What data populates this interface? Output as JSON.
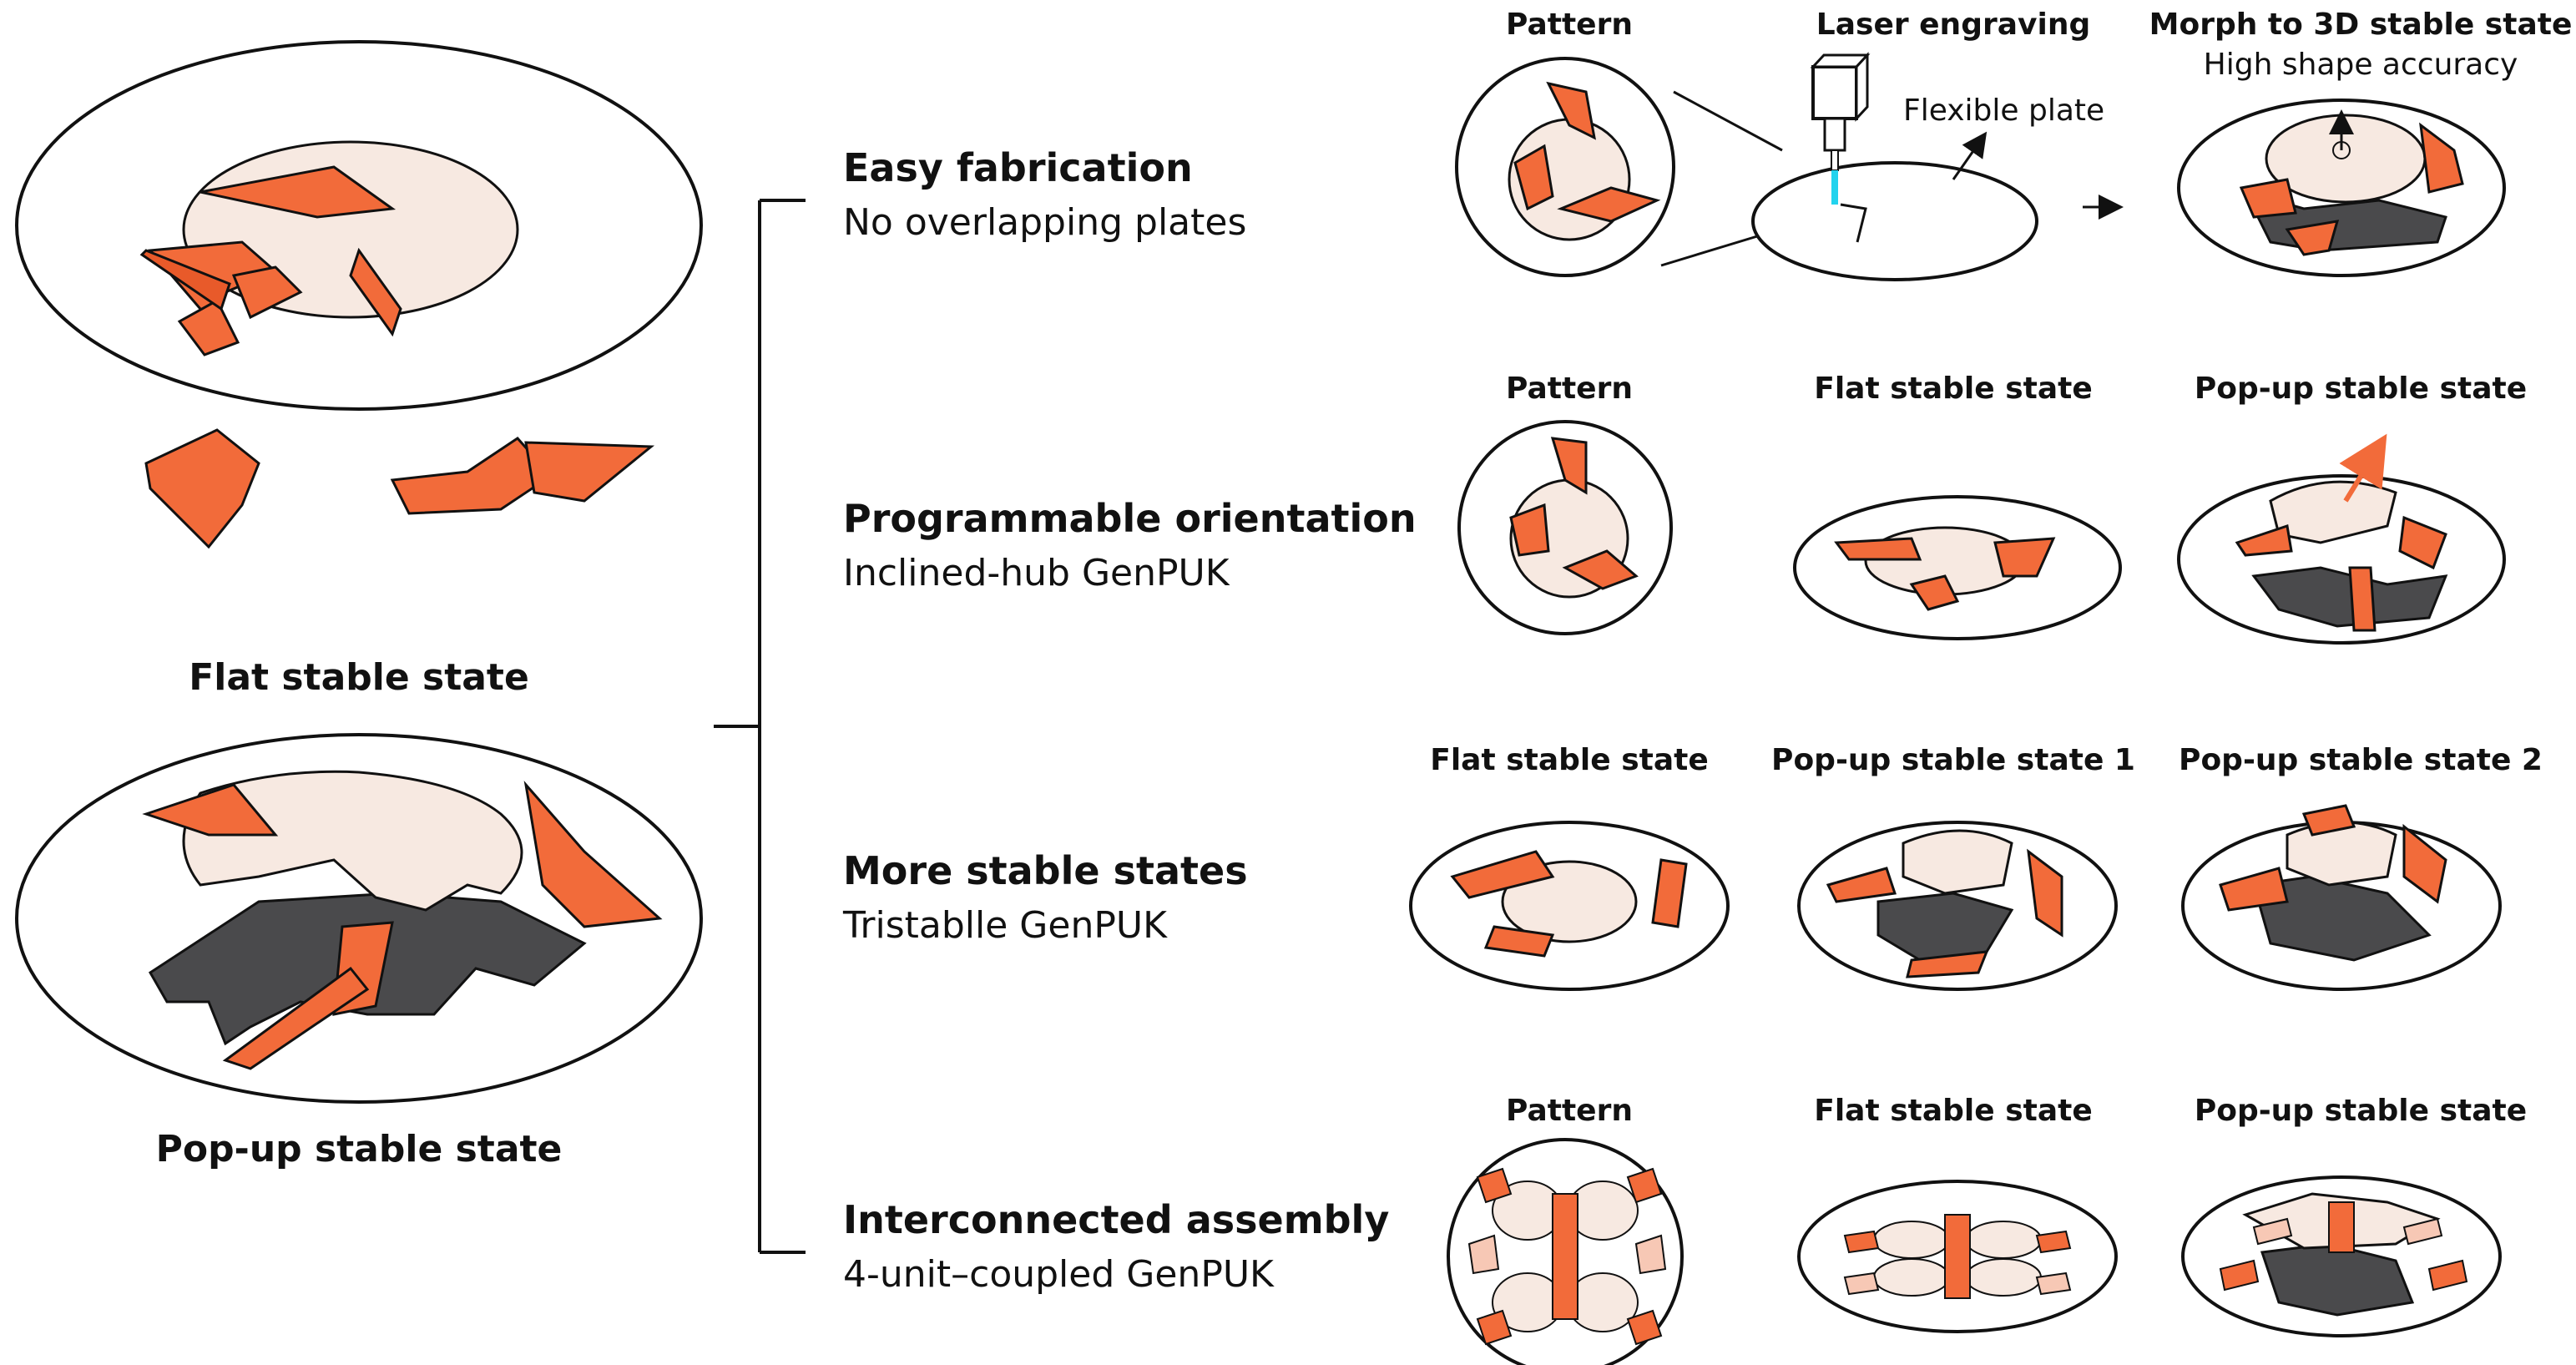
{
  "left_panel": {
    "flat_caption": "Flat stable state",
    "popup_caption": "Pop-up stable state"
  },
  "branches": [
    {
      "title": "Easy fabrication",
      "subtitle": "No overlapping plates",
      "columns": [
        {
          "label": "Pattern"
        },
        {
          "label": "Laser engraving",
          "note": "Flexible plate"
        },
        {
          "label": "Morph to 3D stable state",
          "sublabel": "High shape accuracy"
        }
      ]
    },
    {
      "title": "Programmable orientation",
      "subtitle": "Inclined-hub GenPUK",
      "columns": [
        {
          "label": "Pattern"
        },
        {
          "label": "Flat stable state"
        },
        {
          "label": "Pop-up stable state"
        }
      ]
    },
    {
      "title": "More stable states",
      "subtitle": "Tristablle GenPUK",
      "columns": [
        {
          "label": "Flat stable state"
        },
        {
          "label": "Pop-up stable state 1"
        },
        {
          "label": "Pop-up stable state 2"
        }
      ]
    },
    {
      "title": "Interconnected assembly",
      "subtitle": "4-unit–coupled GenPUK",
      "columns": [
        {
          "label": "Pattern"
        },
        {
          "label": "Flat stable state"
        },
        {
          "label": "Pop-up stable state"
        }
      ]
    }
  ],
  "colors": {
    "orange": "#f26b3a",
    "hub": "#f7e9e1",
    "shadow": "#4a4a4c",
    "cyan": "#22d3ee",
    "outline": "#111111"
  }
}
